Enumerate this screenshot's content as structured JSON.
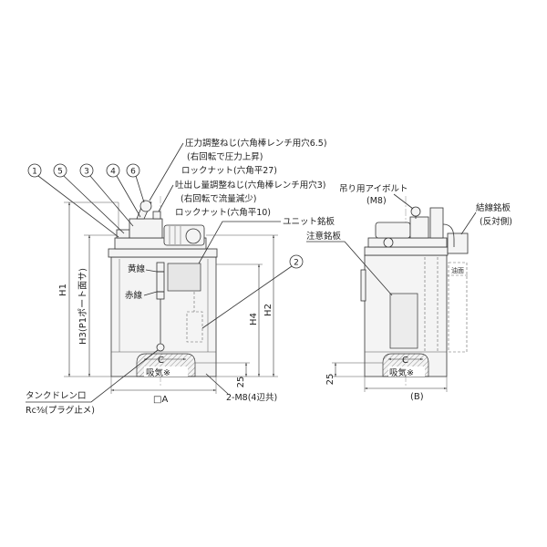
{
  "diagram": {
    "item_numbers": [
      "1",
      "5",
      "3",
      "4",
      "6",
      "2"
    ],
    "callouts": {
      "pressure_screw": "圧力調整ねじ(六角棒レンチ用穴6.5)",
      "pressure_note": "(右回転で圧力上昇)",
      "lock_nut_27": "ロックナット(六角平27)",
      "flow_screw": "吐出し量調整ねじ(六角棒レンチ用穴3)",
      "flow_note": "(右回転で流量減少)",
      "lock_nut_10": "ロックナット(六角平10)",
      "unit_nameplate": "ユニット銘板",
      "yellow_line": "黄線",
      "red_line": "赤線",
      "tank_drain": "タンクドレン口",
      "drain_plug": "Rc⅜(プラグ止メ)",
      "mount_holes": "2-M8(4辺共)",
      "eyebolt": "吊り用アイボルト",
      "eyebolt_size": "(M8)",
      "wiring_plate": "結線銘板",
      "wiring_plate_side": "(反対側)",
      "caution_plate": "注意銘板",
      "oil_level": "油面"
    },
    "dimensions": {
      "h1": "H1",
      "h3": "H3(P1ポート面サ)",
      "h4": "H4",
      "h2": "H2",
      "left_25": "25",
      "right_25": "25",
      "width_a": "□A",
      "width_b": "(B)",
      "c_left": "C",
      "c_right": "C"
    },
    "intake_left": "吸気※",
    "intake_right": "吸気※"
  }
}
